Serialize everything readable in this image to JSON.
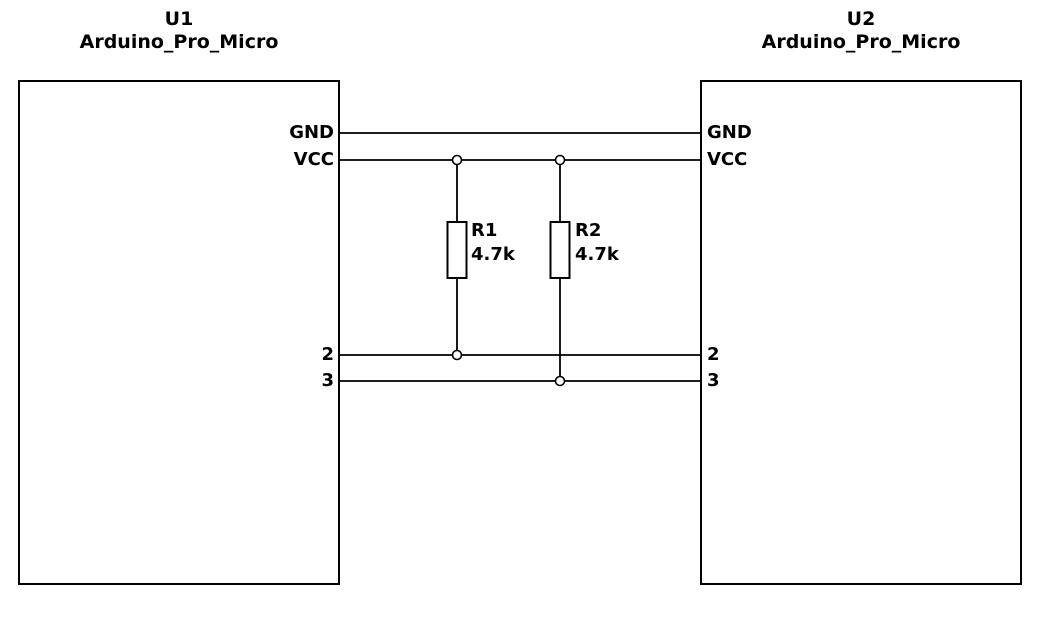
{
  "components": {
    "u1": {
      "ref": "U1",
      "value": "Arduino_Pro_Micro",
      "pins": {
        "gnd": "GND",
        "vcc": "VCC",
        "p2": "2",
        "p3": "3"
      }
    },
    "u2": {
      "ref": "U2",
      "value": "Arduino_Pro_Micro",
      "pins": {
        "gnd": "GND",
        "vcc": "VCC",
        "p2": "2",
        "p3": "3"
      }
    }
  },
  "resistors": {
    "r1": {
      "ref": "R1",
      "value": "4.7k"
    },
    "r2": {
      "ref": "R2",
      "value": "4.7k"
    }
  },
  "nets": {
    "gnd": "GND",
    "vcc": "VCC",
    "sda": "2",
    "scl": "3"
  },
  "colors": {
    "wire": "#000000",
    "background": "#ffffff"
  }
}
